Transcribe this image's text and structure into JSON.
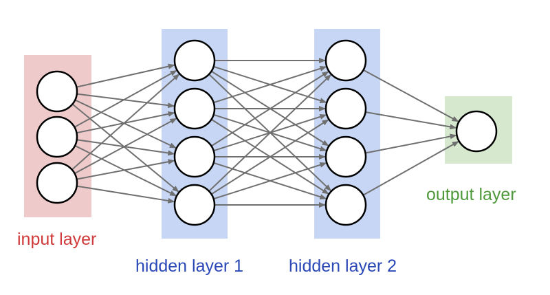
{
  "layers": [
    {
      "id": "input",
      "label": "input layer",
      "neurons": 3,
      "band_color": "#efcaca",
      "label_color": "#d03a3a"
    },
    {
      "id": "hidden1",
      "label": "hidden layer 1",
      "neurons": 4,
      "band_color": "#c6d6f4",
      "label_color": "#2a48b6"
    },
    {
      "id": "hidden2",
      "label": "hidden layer 2",
      "neurons": 4,
      "band_color": "#c6d6f4",
      "label_color": "#2a48b6"
    },
    {
      "id": "output",
      "label": "output layer",
      "neurons": 1,
      "band_color": "#d6e9cf",
      "label_color": "#4e9a3a"
    }
  ],
  "connection": {
    "type": "fully-connected",
    "color": "#6f6f6f",
    "arrowheads": true
  },
  "neuron_style": {
    "fill": "#ffffff",
    "stroke": "#000000"
  }
}
